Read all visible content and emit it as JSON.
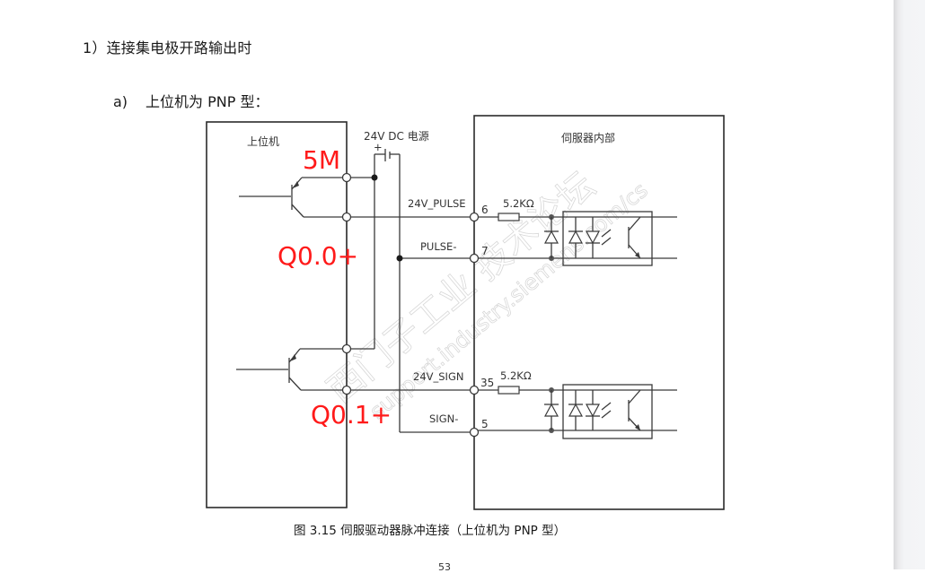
{
  "document": {
    "heading1": "1）连接集电极开路输出时",
    "heading2_tag": "a)",
    "heading2_text": "上位机为 PNP 型：",
    "caption": "图 3.15  伺服驱动器脉冲连接（上位机为 PNP 型）",
    "page_number": "53"
  },
  "diagram": {
    "host_label": "上位机",
    "power_label": "24V DC 电源",
    "power_plus": "+",
    "servo_label": "伺服器内部",
    "signals": [
      {
        "name": "24V_PULSE",
        "pin": "6",
        "resistor": "5.2KΩ"
      },
      {
        "name": "PULSE-",
        "pin": "7"
      },
      {
        "name": "24V_SIGN",
        "pin": "35",
        "resistor": "5.2KΩ"
      },
      {
        "name": "SIGN-",
        "pin": "5"
      }
    ],
    "annotations": {
      "common": "5M",
      "pulse_output": "Q0.0+",
      "sign_output": "Q0.1+"
    },
    "annotation_color": "#ff1a1a",
    "watermark_cn": "西门子工业 技术论坛",
    "watermark_en": "support.industry.siemens.com/cs"
  }
}
